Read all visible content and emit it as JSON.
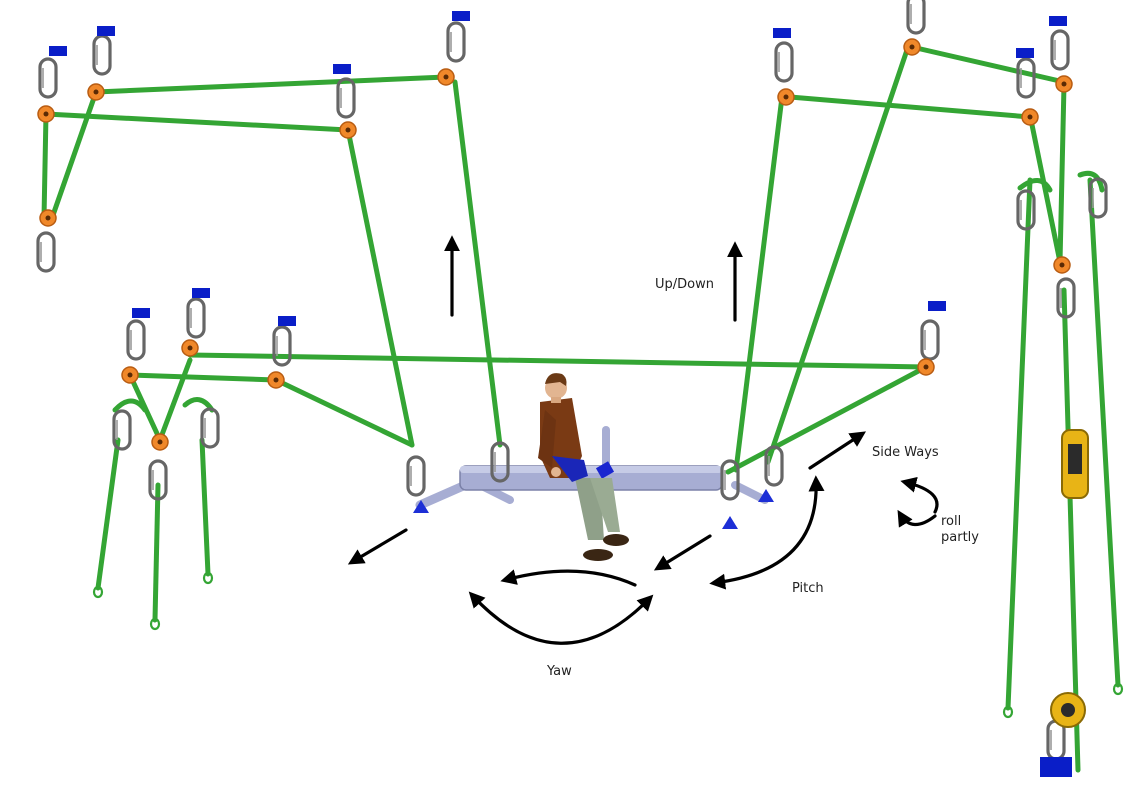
{
  "labels": {
    "up_down": "Up/Down",
    "side_ways": "Side Ways",
    "roll": "roll partly",
    "pitch": "Pitch",
    "yaw": "Yaw"
  },
  "colors": {
    "rope": "#34a534",
    "rope_edge": "#1f7a1f",
    "pulley": "#f0882a",
    "anchor": "#0a1ec8",
    "carabiner": "#6a6a6a",
    "bar": "#a7add3",
    "arrow": "#000000",
    "ascender": "#e8b416"
  }
}
